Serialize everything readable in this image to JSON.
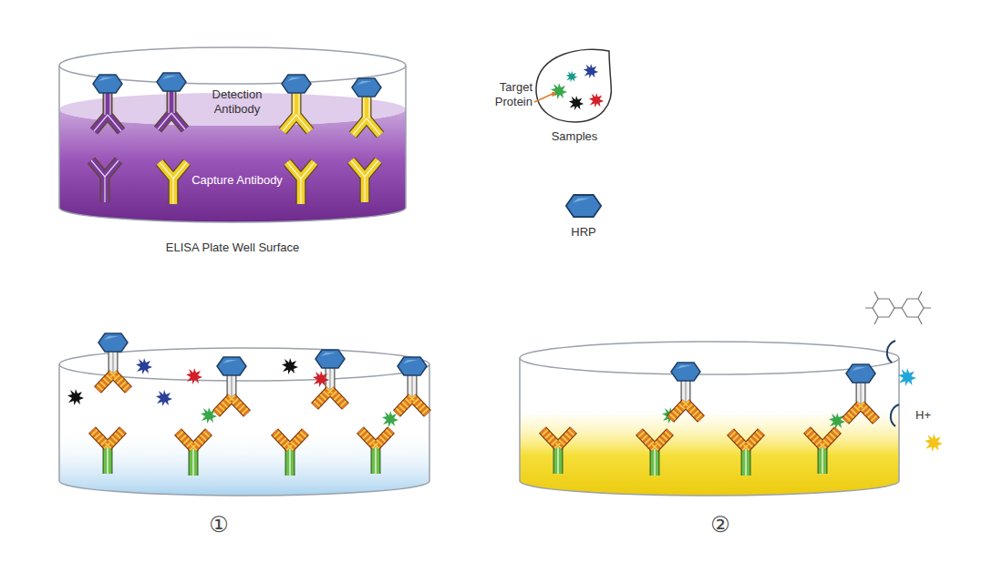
{
  "diagram": {
    "nodes": [
      {
        "text": [
          "Detection Antibody",
          "Capture Antibody",
          "ELISA Plate Well Surface"
        ]
      },
      {
        "text": [
          "Samples"
        ]
      }
    ],
    "labels": [
      "Target Protein",
      "HRP",
      "①",
      "②",
      "H+"
    ]
  }
}
